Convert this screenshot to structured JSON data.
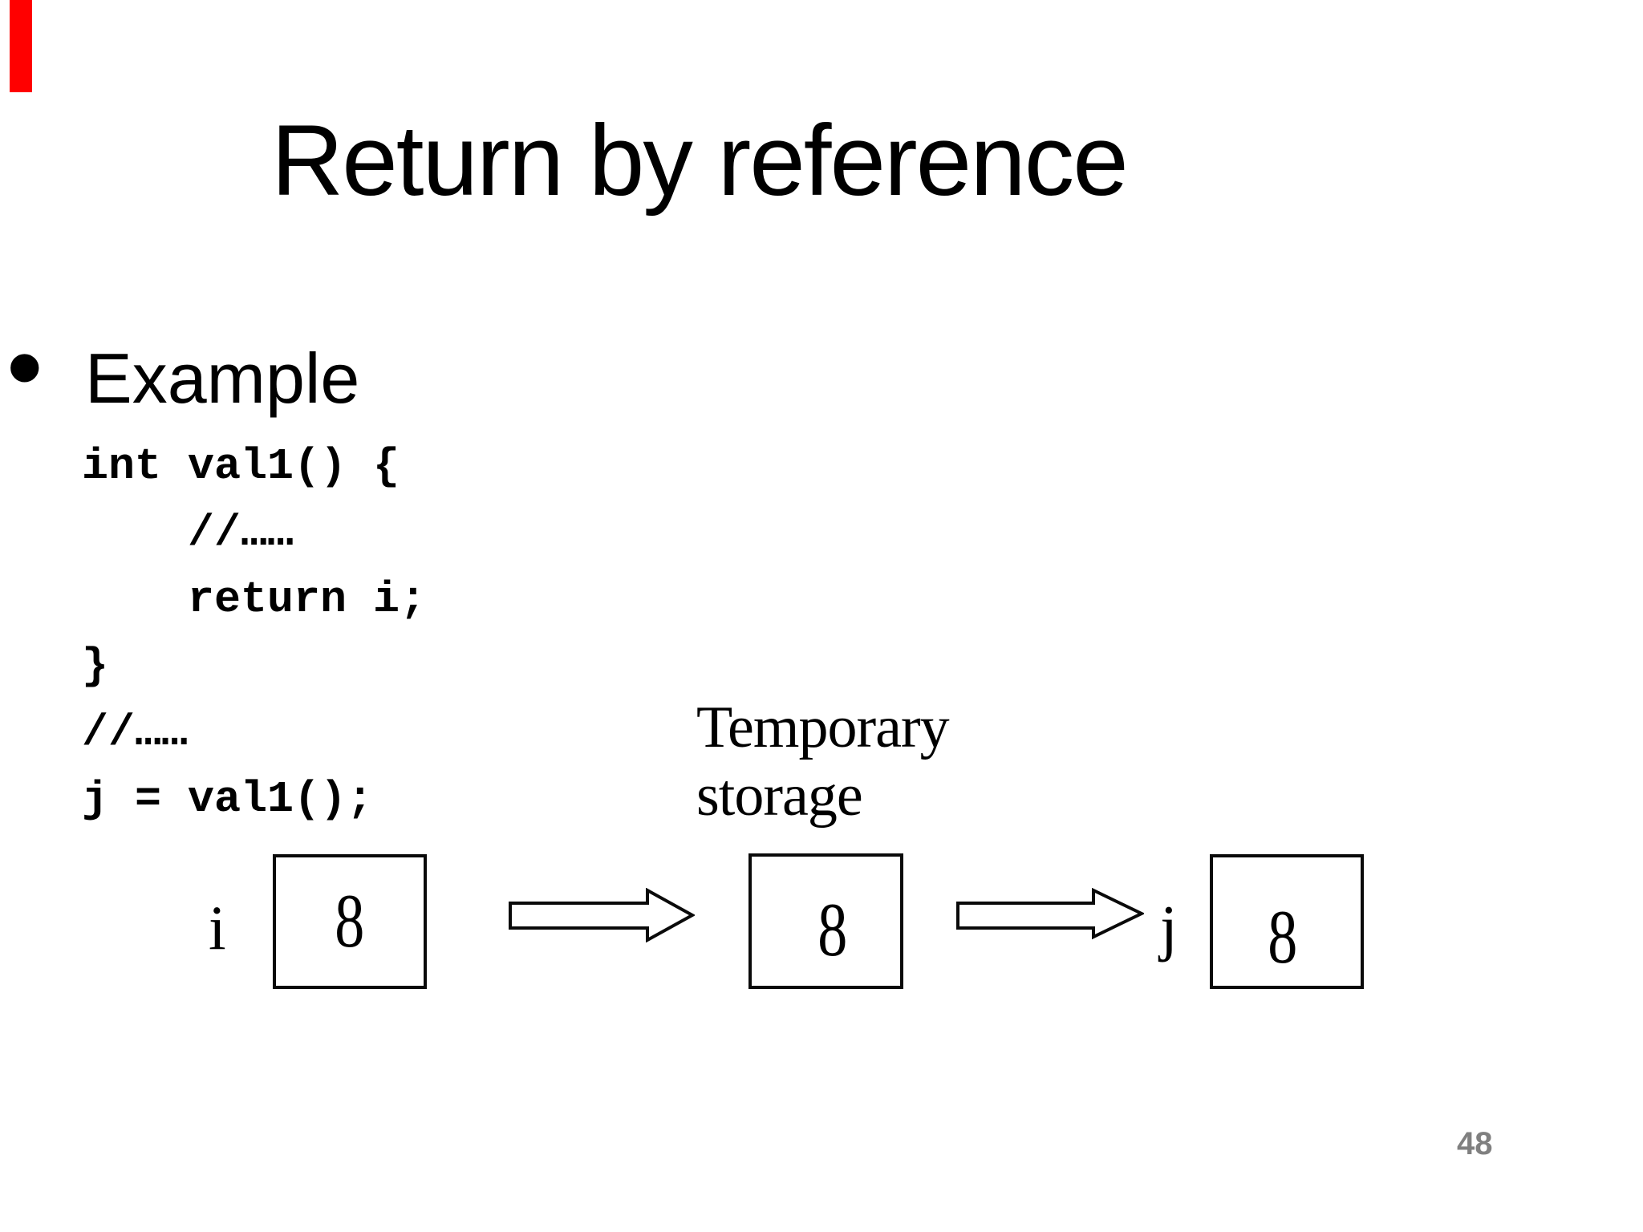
{
  "slide": {
    "title": "Return by reference",
    "bullet": {
      "marker": "•",
      "label": "Example"
    },
    "code": {
      "lines": [
        "int val1() {",
        "    //……",
        "    return i;",
        "}",
        "//……",
        "j = val1();"
      ]
    },
    "annotation": {
      "lines": [
        "Temporary",
        "storage"
      ]
    },
    "diagram": {
      "var_i_label": "i",
      "var_j_label": "j",
      "box_i_value": "8",
      "temp_box_value": "8",
      "box_j_value": "8"
    },
    "page_number": "48",
    "colors": {
      "accent_bar": "#ff0000",
      "text": "#000000",
      "page_number": "#808080"
    }
  }
}
